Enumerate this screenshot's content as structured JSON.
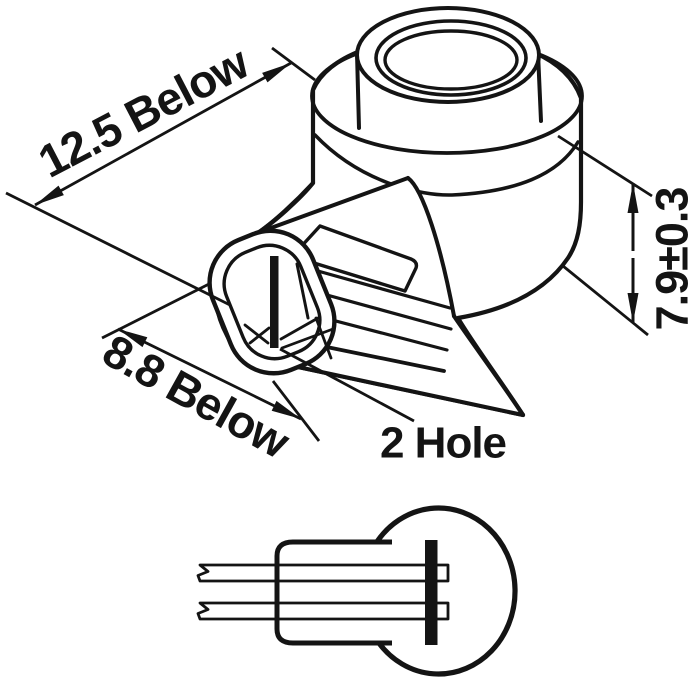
{
  "drawing": {
    "colors": {
      "ink": "#141414",
      "background": "#ffffff"
    },
    "dimensions": {
      "length_label": "12.5 Below",
      "width_label": "8.8 Below",
      "height_label": "7.9±0.3",
      "hole_label": "2 Hole"
    }
  }
}
